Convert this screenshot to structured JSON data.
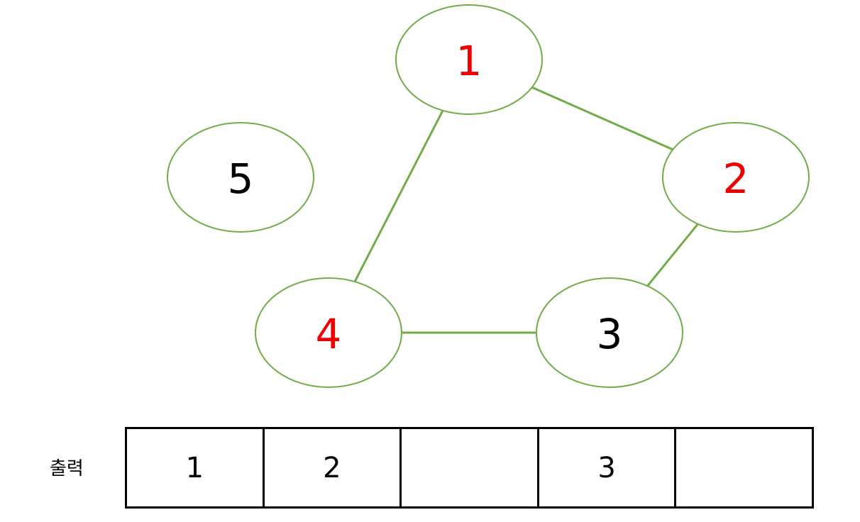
{
  "colors": {
    "edge": "#70ad47",
    "node_border": "#70ad47",
    "highlighted_label": "#ee0000",
    "normal_label": "#000000"
  },
  "graph": {
    "nodes": [
      {
        "id": "1",
        "label": "1",
        "highlighted": true
      },
      {
        "id": "2",
        "label": "2",
        "highlighted": true
      },
      {
        "id": "3",
        "label": "3",
        "highlighted": false
      },
      {
        "id": "4",
        "label": "4",
        "highlighted": true
      },
      {
        "id": "5",
        "label": "5",
        "highlighted": false
      }
    ],
    "edges": [
      {
        "from": "1",
        "to": "2"
      },
      {
        "from": "2",
        "to": "3"
      },
      {
        "from": "3",
        "to": "4"
      },
      {
        "from": "4",
        "to": "1"
      }
    ]
  },
  "output": {
    "label": "출력",
    "cells": [
      "1",
      "2",
      "",
      "3",
      ""
    ]
  }
}
